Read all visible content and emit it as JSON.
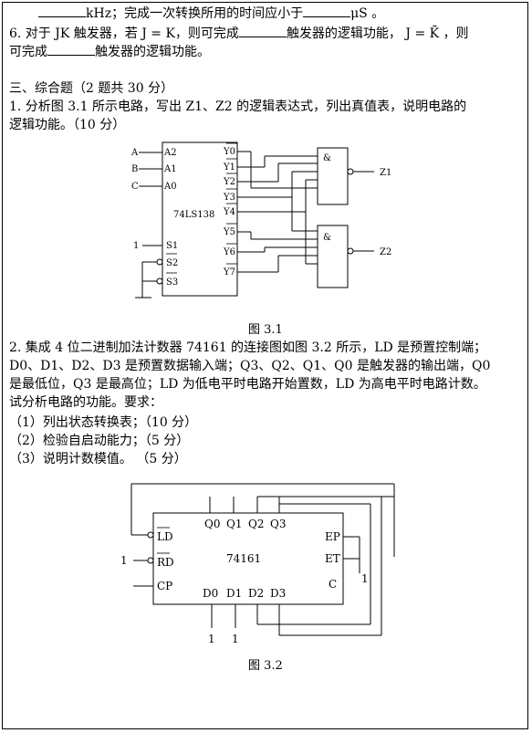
{
  "text": {
    "l1_a": "kHz；完成一次转换所用的时间应小于",
    "l1_b": "μS 。",
    "q6_a": "6.  对于 JK 触发器，若 J = K，则可完成",
    "q6_b": "触发器的逻辑功能， J = K̄ ，则",
    "q6_c": "可完成",
    "q6_d": "触发器的逻辑功能。",
    "section3": "三、综合题（2 题共 30 分）",
    "q1_a": "1.   分析图 3.1 所示电路，写出 Z1、Z2 的逻辑表达式，列出真值表，说明电路的",
    "q1_b": "逻辑功能。（10 分）",
    "fig31": "图 3.1",
    "q2_a": "2.   集成 4 位二进制加法计数器 74161 的连接图如图 3.2 所示，LD 是预置控制端；",
    "q2_b": "D0、D1、D2、D3 是预置数据输入端；Q3、Q2、Q1、Q0 是触发器的输出端，Q0",
    "q2_c": "是最低位，Q3 是最高位；LD 为低电平时电路开始置数，LD 为高电平时电路计数。",
    "q2_d": "试分析电路的功能。要求：",
    "req1": "（1）列出状态转换表；（10 分）",
    "req2": "（2）检验自启动能力；（5 分）",
    "req3": "（3）说明计数模值。   （5 分）",
    "fig32": "图 3.2"
  },
  "fig1": {
    "inputs": [
      "A",
      "B",
      "C"
    ],
    "pins_in": [
      "A2",
      "A1",
      "A0"
    ],
    "chip": "74LS138",
    "s1_val": "1",
    "s_pins": [
      "S1",
      "S2",
      "S3"
    ],
    "outputs": [
      "Y0",
      "Y1",
      "Y2",
      "Y3",
      "Y4",
      "Y5",
      "Y6",
      "Y7"
    ],
    "gate_sym": "&",
    "z": [
      "Z1",
      "Z2"
    ]
  },
  "fig2": {
    "chip": "74161",
    "q_pins": [
      "Q0",
      "Q1",
      "Q2",
      "Q3"
    ],
    "d_pins": [
      "D0",
      "D1",
      "D2",
      "D3"
    ],
    "ld": "LD",
    "rd": "RD",
    "cp": "CP",
    "ep": "EP",
    "et": "ET",
    "c": "C",
    "rd_val": "1",
    "ep_et_val": "1",
    "d_vals": [
      "1",
      "1"
    ]
  }
}
